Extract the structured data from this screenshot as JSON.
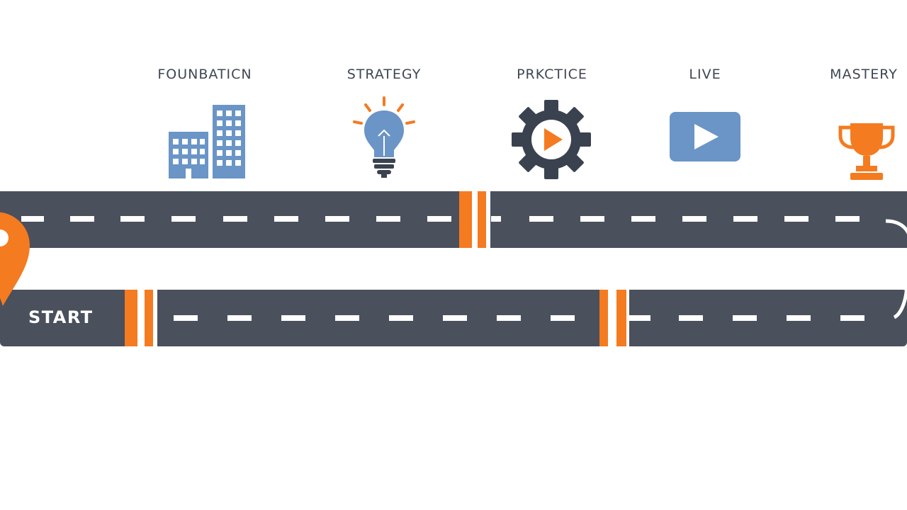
{
  "roadmap": {
    "start_label": "START",
    "stages": [
      {
        "label": "FOUNBATICN",
        "icon": "buildings-icon"
      },
      {
        "label": "STRATEGY",
        "icon": "lightbulb-icon"
      },
      {
        "label": "PRKCTICE",
        "icon": "gear-play-icon"
      },
      {
        "label": "LIVE",
        "icon": "video-play-icon"
      },
      {
        "label": "MASTERY",
        "icon": "trophy-icon"
      }
    ]
  },
  "colors": {
    "road": "#4a505c",
    "lane_mark": "#ffffff",
    "accent": "#f47b20",
    "icon_blue": "#6a95c6",
    "icon_dark": "#3a4250",
    "label_text": "#3f4653",
    "background": "#ffffff"
  }
}
